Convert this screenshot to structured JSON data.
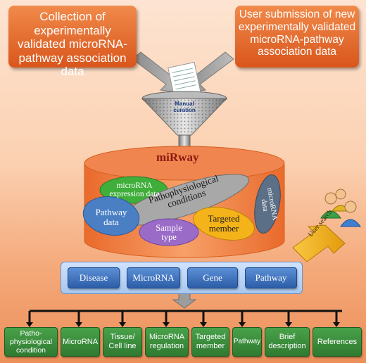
{
  "top_boxes": {
    "left": "Collection of experimentally validated microRNA-pathway association data",
    "right": "User submission of new experimentally validated microRNA-pathway association data"
  },
  "funnel_label": "Manual curation",
  "database_title": "miRway",
  "database_items": {
    "microrna_expression": "microRNA expression data",
    "pathophysiological": "Pathophysiological conditions",
    "microrna_data": "microRNA data",
    "pathway_data": "Pathway data",
    "sample_type": "Sample type",
    "targeted_member": "Targeted member"
  },
  "user_search_label": "User search",
  "search_buttons": [
    "Disease",
    "MicroRNA",
    "Gene",
    "Pathway"
  ],
  "result_fields": [
    "Patho-physiological condition",
    "MicroRNA",
    "Tissue/ Cell line",
    "MicroRNA regulation",
    "Targeted member",
    "Pathway",
    "Brief description",
    "References"
  ],
  "colors": {
    "orange_box": "#e0672a",
    "green_ellipse": "#3fae3a",
    "blue_ellipse": "#4a7fc4",
    "grey_ellipse": "#9a9a9a",
    "purple_ellipse": "#9b6bc8",
    "yellow_ellipse": "#f4b319",
    "slate_ellipse": "#5b6f86",
    "search_button": "#3b6fbf",
    "result_button": "#3d8f3e"
  }
}
